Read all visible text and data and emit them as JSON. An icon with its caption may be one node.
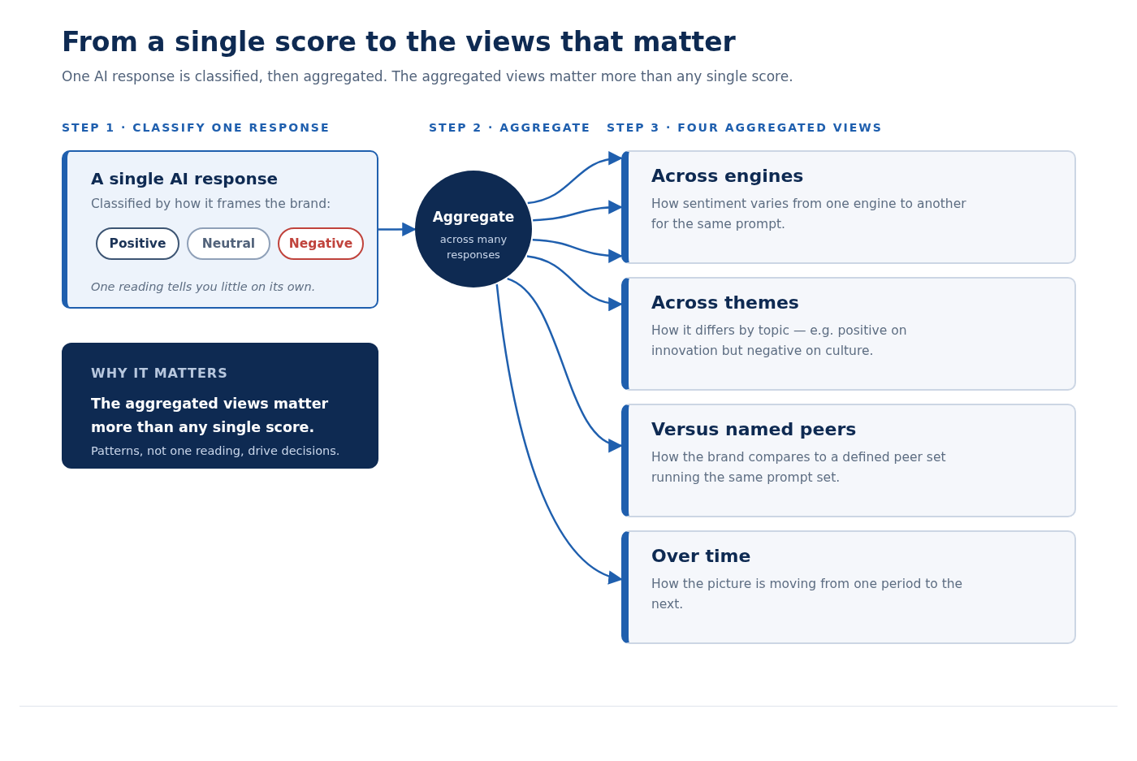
{
  "diagram": {
    "title": "From a single score to the views that matter",
    "nodes": [
      {
        "text": [
          "A single AI response",
          "Classified by how it frames the brand:",
          "One reading tells you little on its own."
        ]
      },
      {
        "text": [
          "Positive"
        ],
        "in": 0
      },
      {
        "text": [
          "Neutral"
        ],
        "in": 0
      },
      {
        "text": [
          "Negative"
        ],
        "in": 0
      },
      {
        "text": [
          "Aggregate",
          "across many responses"
        ]
      },
      {
        "text": [
          "Across engines",
          "How sentiment varies from one engine to another for the same prompt."
        ]
      },
      {
        "text": [
          "Across themes",
          "How it differs by topic — e.g. positive on innovation but negative on culture."
        ]
      },
      {
        "text": [
          "Versus named peers",
          "How the brand compares to a defined peer set running the same prompt set."
        ]
      },
      {
        "text": [
          "Over time",
          "How the picture is moving from one period to the next."
        ]
      },
      {
        "text": [
          "WHY IT MATTERS",
          "The aggregated views matter more than any single score.",
          "Patterns, not one reading, drive decisions."
        ]
      }
    ],
    "edges": [
      {
        "from": 0,
        "to": 4,
        "arrow": "to"
      },
      {
        "from": 4,
        "to": 5,
        "arrow": "to"
      },
      {
        "from": 4,
        "to": 5,
        "arrow": "to"
      },
      {
        "from": 4,
        "to": 5,
        "arrow": "to"
      },
      {
        "from": 4,
        "to": 6,
        "arrow": "to"
      },
      {
        "from": 4,
        "to": 7,
        "arrow": "to"
      },
      {
        "from": 4,
        "to": 8,
        "arrow": "to"
      }
    ],
    "labels": [
      "One AI response is classified, then aggregated. The aggregated views matter more than any single score.",
      "STEP 1 · CLASSIFY ONE RESPONSE",
      "STEP 2 · AGGREGATE",
      "STEP 3 · FOUR AGGREGATED VIEWS"
    ]
  }
}
